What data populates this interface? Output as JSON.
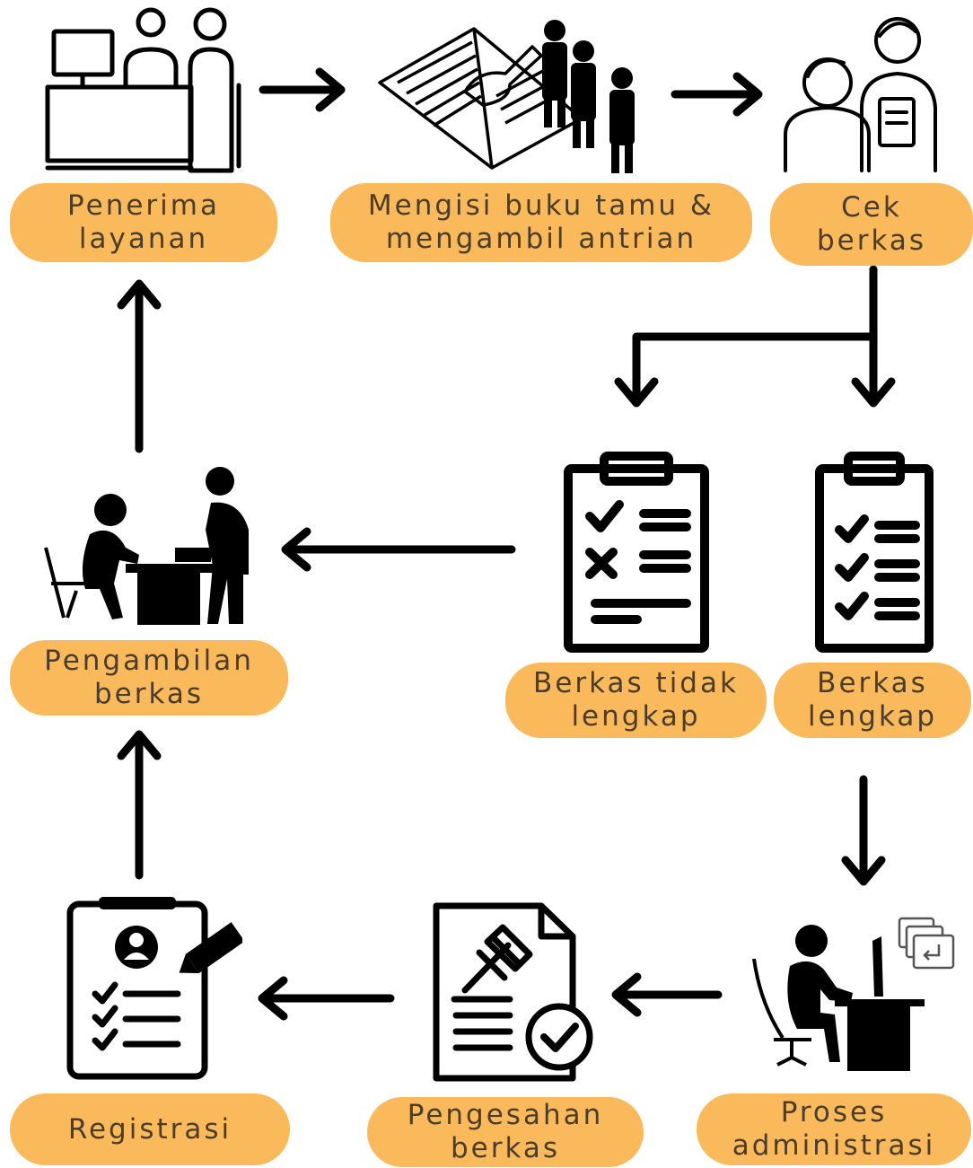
{
  "accent_color": "#FAB95B",
  "text_color": "#4a3d2c",
  "steps": {
    "penerima": {
      "label": "Penerima\nlayanan",
      "icon": "reception-desk-icon"
    },
    "bukutamu": {
      "label": "Mengisi buku tamu &\nmengambil antrian",
      "icon": "guest-book-queue-icon"
    },
    "cek": {
      "label": "Cek\nberkas",
      "icon": "document-check-consultation-icon"
    },
    "tidak_lengkap": {
      "label": "Berkas tidak\nlengkap",
      "icon": "clipboard-incomplete-icon"
    },
    "lengkap": {
      "label": "Berkas\nlengkap",
      "icon": "clipboard-complete-icon"
    },
    "pengambilan": {
      "label": "Pengambilan\nberkas",
      "icon": "document-pickup-icon"
    },
    "proses": {
      "label": "Proses\nadministrasi",
      "icon": "office-computer-work-icon"
    },
    "pengesahan": {
      "label": "Pengesahan\nberkas",
      "icon": "document-approval-gavel-icon"
    },
    "registrasi": {
      "label": "Registrasi",
      "icon": "registration-clipboard-icon"
    }
  }
}
